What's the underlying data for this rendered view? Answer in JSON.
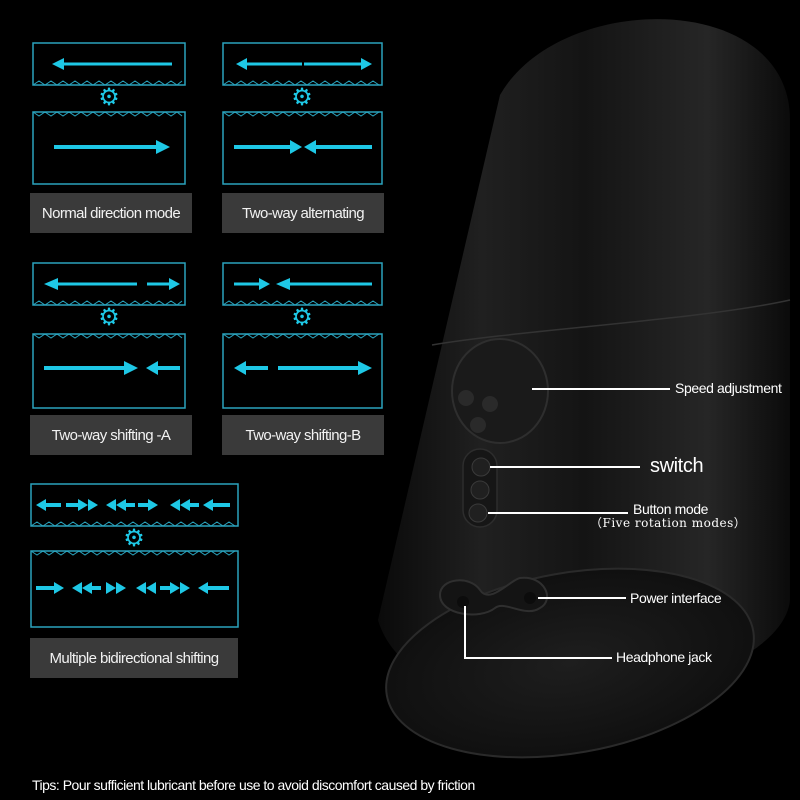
{
  "modes": [
    {
      "id": "normal",
      "label": "Normal direction mode"
    },
    {
      "id": "alternating",
      "label": "Two-way alternating"
    },
    {
      "id": "shifting-a",
      "label": "Two-way shifting -A"
    },
    {
      "id": "shifting-b",
      "label": "Two-way shifting-B"
    },
    {
      "id": "multiple",
      "label": "Multiple bidirectional shifting"
    }
  ],
  "callouts": {
    "speed": "Speed adjustment",
    "switch": "switch",
    "button_mode": "Button mode",
    "five_modes": "（Five rotation modes）",
    "power": "Power interface",
    "headphone": "Headphone jack"
  },
  "tips": "Tips: Pour sufficient lubricant before use to avoid discomfort caused by friction",
  "colors": {
    "accent": "#1ec8e6",
    "panel_border": "#2aa3bd",
    "label_bg": "#3a3a3a",
    "background": "#000000"
  },
  "icons": [
    "gear-icon",
    "arrow-left-icon",
    "arrow-right-icon"
  ]
}
